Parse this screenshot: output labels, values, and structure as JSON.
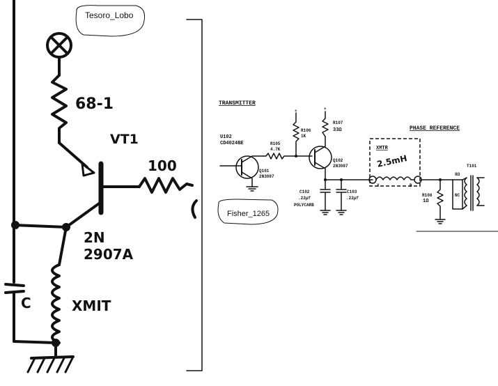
{
  "left_schematic": {
    "label_bubble": "Tesoro_Lobo",
    "transistor_name": "VT1",
    "transistor_part_line1": "2N",
    "transistor_part_line2": "2907A",
    "resistor_top_value": "68-1",
    "resistor_right_value": "100",
    "coil_label": "XMIT",
    "capacitor_label": "C"
  },
  "right_schematic": {
    "label_bubble": "Fisher_1265",
    "section_transmitter": "TRANSMITTER",
    "section_phase_reference": "PHASE REFERENCE",
    "u102_name": "U102",
    "u102_part": "CD4024BE",
    "r105_name": "R105",
    "r105_value": "4.7K",
    "r106_name": "R106",
    "r106_value": "1K",
    "r107_name": "R107",
    "r107_value": "33Ω",
    "q101_name": "Q101",
    "q101_part": "2N3087",
    "q102_name": "Q102",
    "q102_part": "2N3087",
    "c102_name": "C102",
    "c102_value": ".22µf",
    "c102_type": "POLYCARB",
    "c103_name": "C103",
    "c103_value": ".22µf",
    "xmtr_label": "XMTR",
    "xmtr_value": "2.5mH",
    "r108_name": "R108",
    "r108_value": "1Ω",
    "nc_label": "NC",
    "t101_label": "T101",
    "node_x": "X",
    "node_b": "B",
    "supply_plus": "+",
    "res_small_label": "8Ω"
  }
}
